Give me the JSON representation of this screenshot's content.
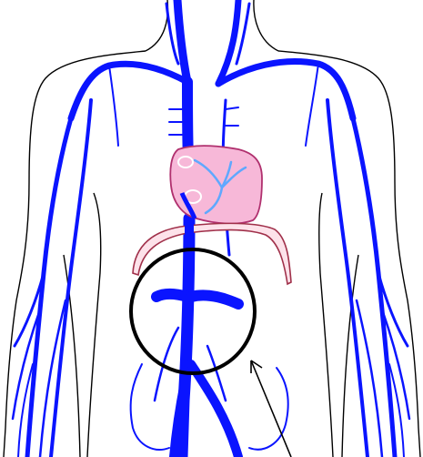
{
  "figure": {
    "subject": "venous-system-torso",
    "colors": {
      "background": "#ffffff",
      "outline": "#000000",
      "vein": "#0a14ff",
      "vein_dark": "#0000cc",
      "vein_light": "#5fa8ff",
      "heart_fill": "#f7b8d8",
      "heart_stroke": "#b0306e",
      "diaphragm_fill": "#fde2ea",
      "diaphragm_stroke": "#a0304a",
      "highlight_circle": "#000000",
      "pointer": "#000000"
    },
    "icons": [
      "torso-outline",
      "vena-cava",
      "heart",
      "diaphragm",
      "highlight-circle",
      "pointer-arrow"
    ]
  }
}
